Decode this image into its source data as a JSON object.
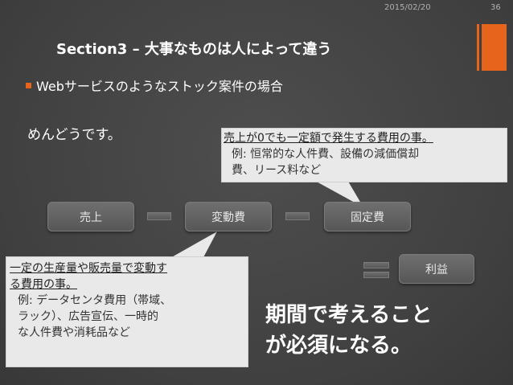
{
  "header": {
    "date": "2015/02/20",
    "page_number": "36"
  },
  "slide": {
    "title": "Section3 – 大事なものは人によって違う",
    "bullet": "Webサービスのようなストック案件の場合",
    "subtext": "めんどうです。"
  },
  "diagram": {
    "sales": "売上",
    "variable_cost": "変動費",
    "fixed_cost": "固定費",
    "profit": "利益"
  },
  "callout_fixed": {
    "head": "売上が0でも一定額で発生する費用の事。",
    "body_line1": "例: 恒常的な人件費、設備の減価償却",
    "body_line2": "費、リース料など"
  },
  "callout_variable": {
    "head_line1": "一定の生産量や販売量で変動す",
    "head_line2": "る費用の事。",
    "body_line1": "例: データセンタ費用（帯域、",
    "body_line2": "ラック）、広告宣伝、一時的",
    "body_line3": "な人件費や消耗品など"
  },
  "conclusion": {
    "line1": "期間で考えること",
    "line2": "が必須になる。"
  },
  "colors": {
    "accent": "#e7641c",
    "background": "#484848",
    "callout_bg": "#e9e9e9"
  }
}
